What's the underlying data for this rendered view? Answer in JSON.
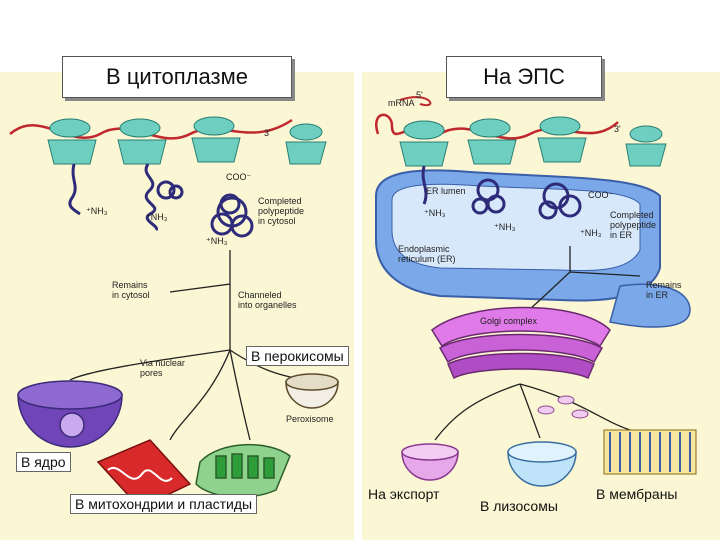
{
  "titles": {
    "cytoplasm": "В цитоплазме",
    "er": "На ЭПС"
  },
  "left": {
    "peroxisomes": "В перокисомы",
    "nucleus": "В ядро",
    "mito": "В митохондрии и пластиды",
    "small": {
      "cooh": "COO⁻",
      "nh3_a": "⁺NH₃",
      "nh3_b": "⁺NH₃",
      "nh3_c": "⁺NH₃",
      "completed": "Completed\npolypeptide\nin cytosol",
      "remains": "Remains\nin cytosol",
      "channeled": "Channeled\ninto organelles",
      "nuclear": "Via nuclear\npores",
      "peroxisome": "Peroxisome",
      "three_prime": "3'"
    }
  },
  "right": {
    "export": "На экспорт",
    "lysosomes": "В лизосомы",
    "membranes": "В мембраны",
    "small": {
      "mrna": "mRNA",
      "five_prime": "5'",
      "three_prime": "3'",
      "er_lumen": "ER lumen",
      "nh3_a": "⁺NH₃",
      "nh3_b": "⁺NH₃",
      "nh3_c": "⁺NH₃",
      "cooh": "COO⁻",
      "completed": "Completed\npolypeptide\nin ER",
      "er": "Endoplasmic\nreticulum (ER)",
      "remains": "Remains\nin ER",
      "golgi": "Golgi complex"
    }
  }
}
